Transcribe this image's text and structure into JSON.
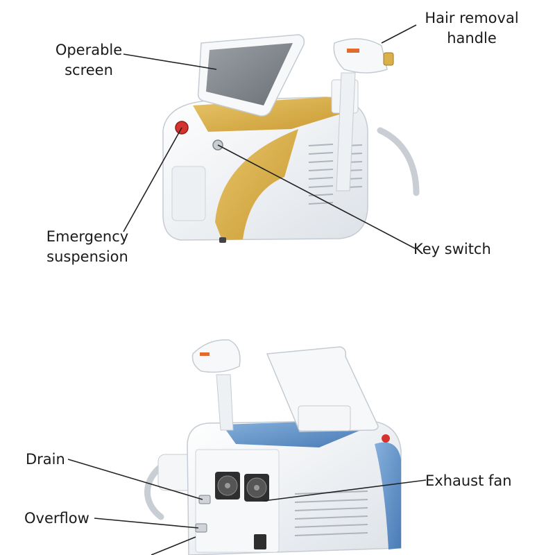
{
  "labels": {
    "operable_screen": [
      "Operable",
      "screen"
    ],
    "hair_removal_handle": [
      "Hair removal",
      "handle"
    ],
    "emergency_suspension": [
      "Emergency",
      "suspension"
    ],
    "key_switch": "Key switch",
    "drain": "Drain",
    "overflow": "Overflow",
    "exhaust_fan": "Exhaust fan"
  },
  "colors": {
    "device_body": "#f4f6f8",
    "gold_panel": "#d9b04a",
    "blue_panel": "#5e8fc4",
    "line": "#222222"
  }
}
